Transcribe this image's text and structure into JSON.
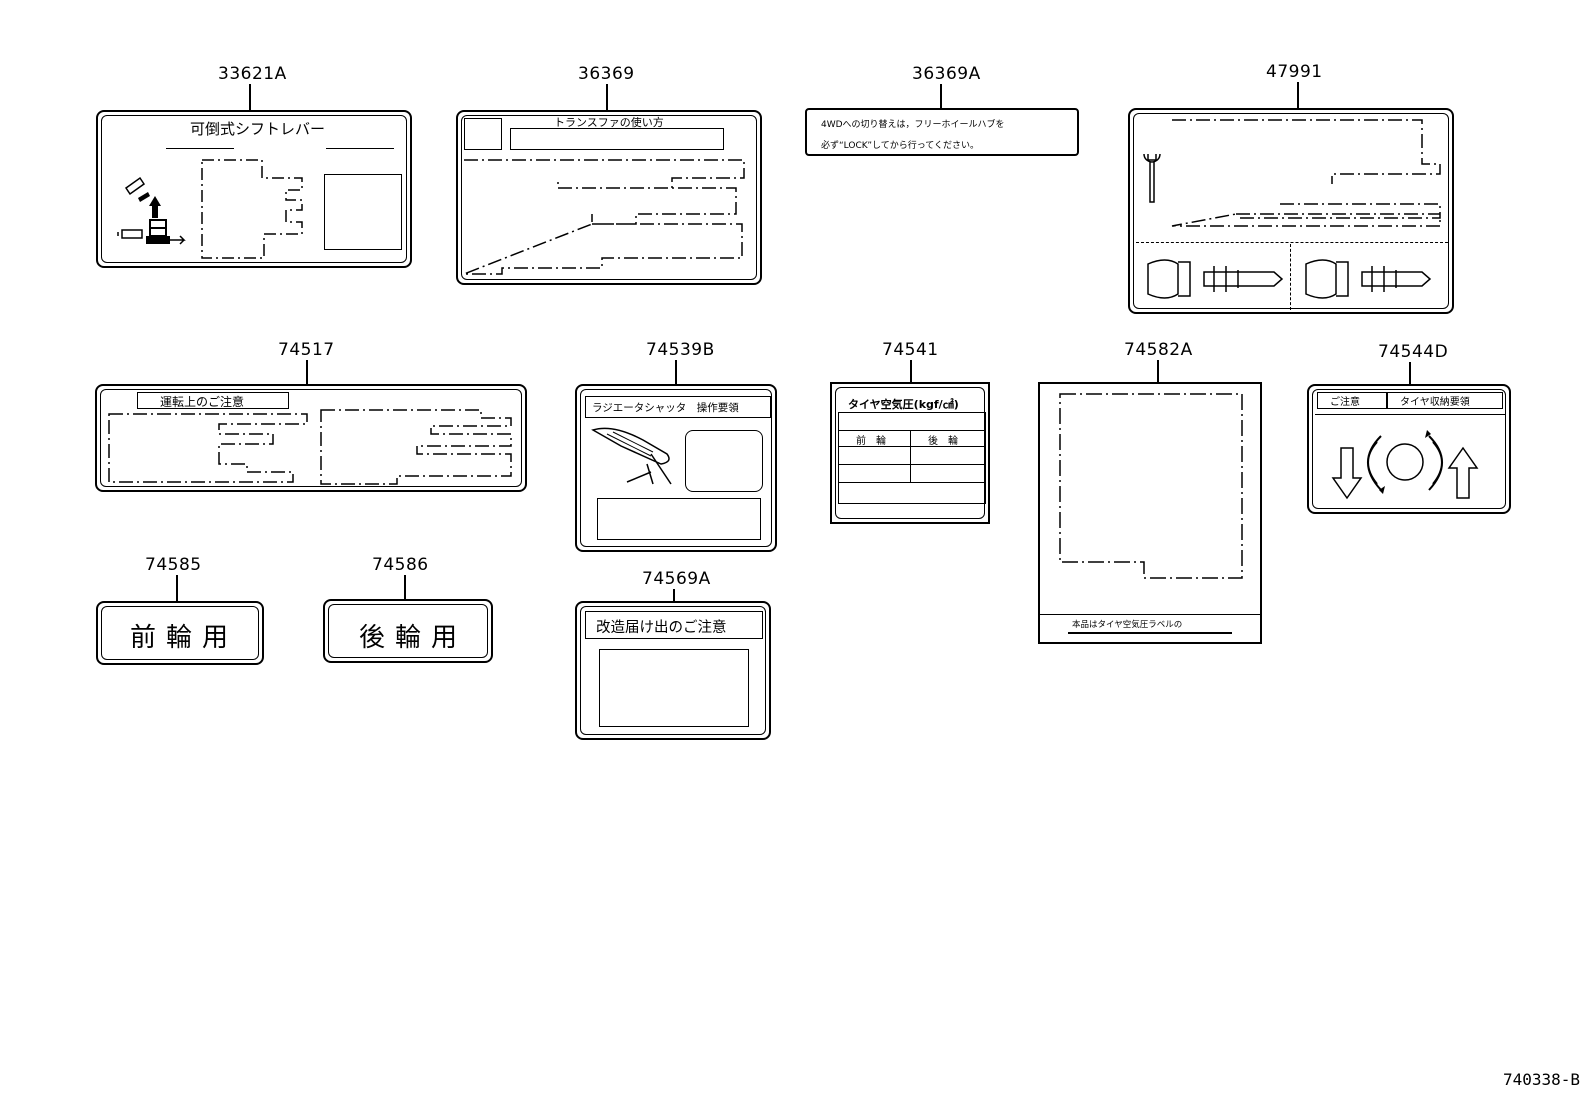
{
  "parts": {
    "p33621A": "33621A",
    "p36369": "36369",
    "p36369A": "36369A",
    "p47991": "47991",
    "p74517": "74517",
    "p74539B": "74539B",
    "p74541": "74541",
    "p74582A": "74582A",
    "p74544D": "74544D",
    "p74585": "74585",
    "p74586": "74586",
    "p74569A": "74569A"
  },
  "labels": {
    "shift_lever": "可倒式シフトレバー",
    "transfer_usage": "トランスファの使い方",
    "freewheel_line1": "4WDへの切り替えは，フリーホイールハブを",
    "freewheel_line2": "必ず“LOCK”してから行ってください。",
    "driving_caution": "運転上のご注意",
    "radiator_shutter": "ラジエータシャッタ　操作要領",
    "tire_pressure_title": "タイヤ空気圧(kgf/㎠)",
    "front_wheel_col": "前　輪",
    "rear_wheel_col": "後　輪",
    "tire_label_note": "本品はタイヤ空気圧ラベルの",
    "caution_tab": "ご注意",
    "tire_storage_tab": "タイヤ収納要領",
    "front_wheel_use": "前輪用",
    "rear_wheel_use": "後輪用",
    "modification_caution": "改造届け出のご注意"
  },
  "icons": [
    "shift-lever-icon",
    "wrench-icon",
    "wheel-hub-icon",
    "radiator-hand-icon",
    "tire-storage-arrows-icon"
  ],
  "drawing_code": "740338-B"
}
